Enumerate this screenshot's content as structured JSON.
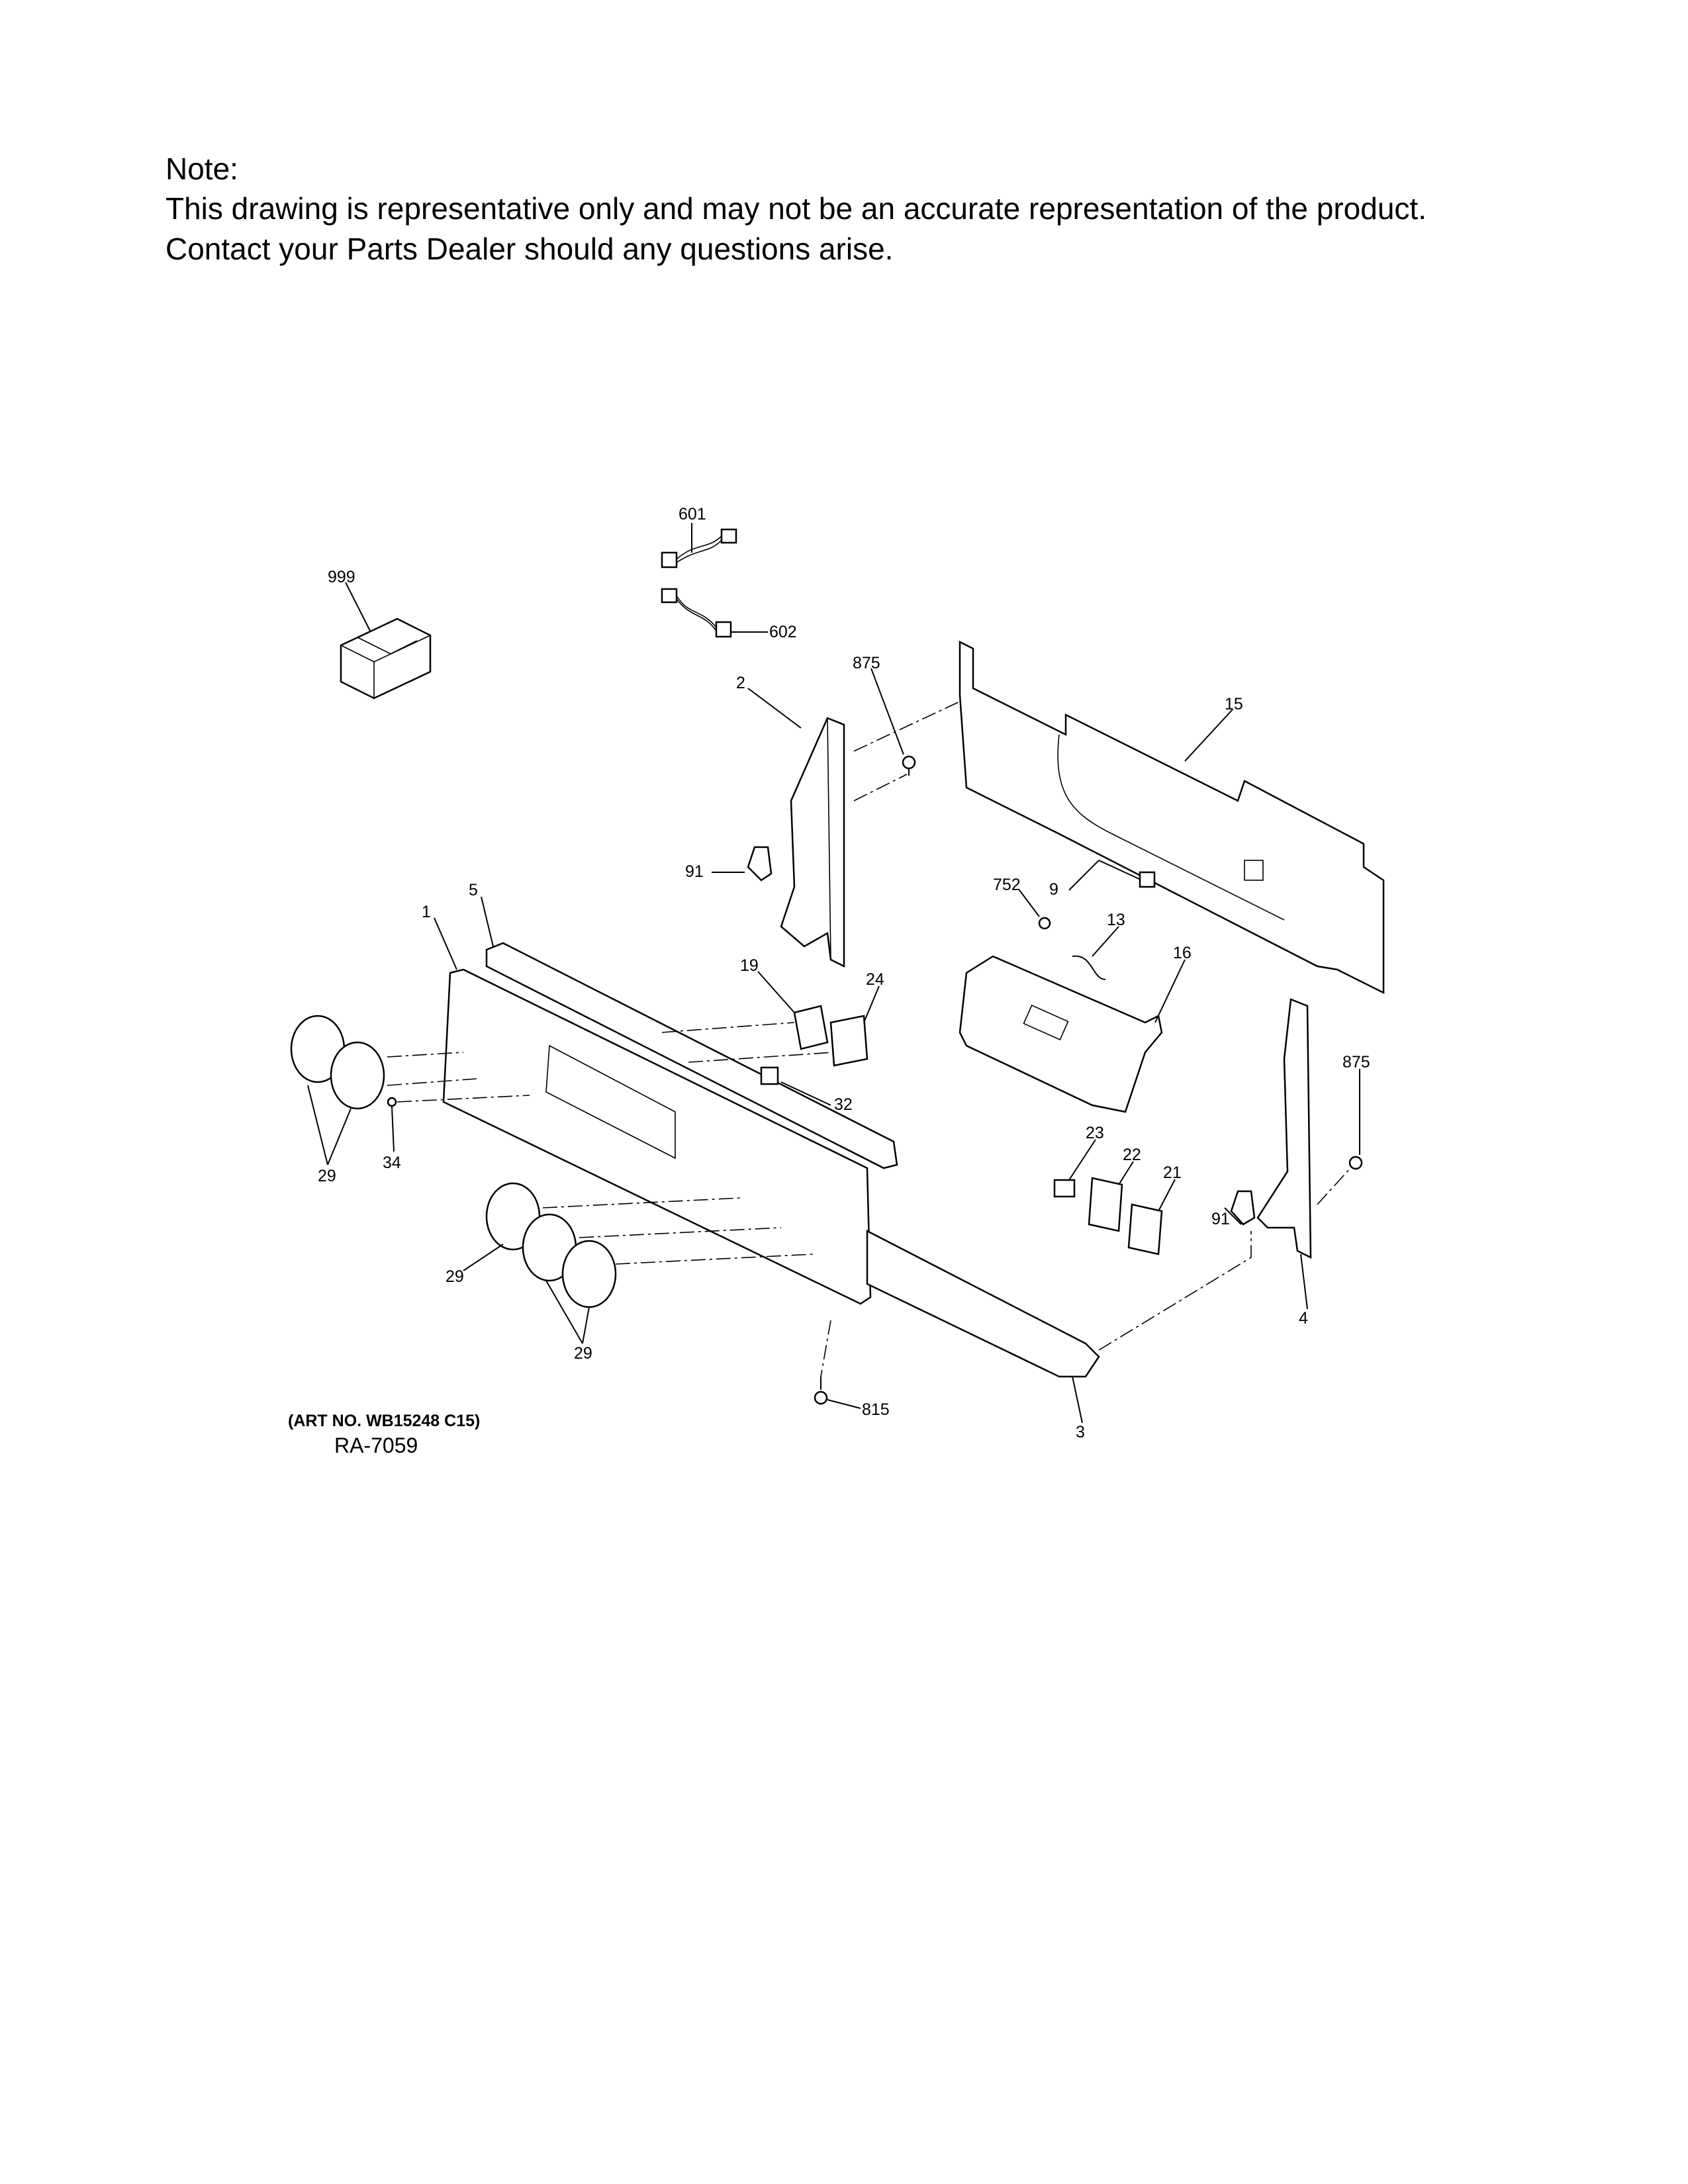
{
  "note": {
    "heading": "Note:",
    "line1": "This drawing is representative only and may not be an accurate representation of the product.",
    "line2": "Contact your Parts Dealer should any questions arise."
  },
  "art_number": "(ART NO. WB15248 C15)",
  "drawing_id": "RA-7059",
  "callouts": {
    "c999": "999",
    "c601": "601",
    "c602": "602",
    "c875a": "875",
    "c2": "2",
    "c15": "15",
    "c91a": "91",
    "c752": "752",
    "c9": "9",
    "c13": "13",
    "c5": "5",
    "c1": "1",
    "c16": "16",
    "c19": "19",
    "c24": "24",
    "c875b": "875",
    "c32": "32",
    "c29a": "29",
    "c34": "34",
    "c23": "23",
    "c22": "22",
    "c21": "21",
    "c91b": "91",
    "c29b": "29",
    "c4": "4",
    "c29c": "29",
    "c815": "815",
    "c3": "3"
  }
}
